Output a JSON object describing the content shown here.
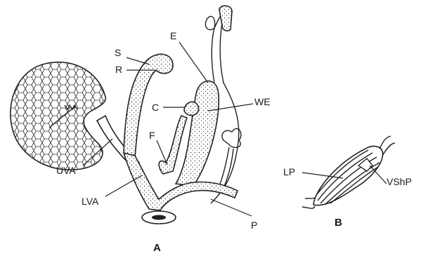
{
  "figure": {
    "panel_a_label": "A",
    "panel_b_label": "B",
    "labels_a": {
      "s": "S",
      "r": "R",
      "e": "E",
      "c": "C",
      "we": "WE",
      "f": "F",
      "uva": "UVA",
      "lva": "LVA",
      "p": "P"
    },
    "labels_b": {
      "lp": "LP",
      "vshp": "VShP"
    }
  }
}
